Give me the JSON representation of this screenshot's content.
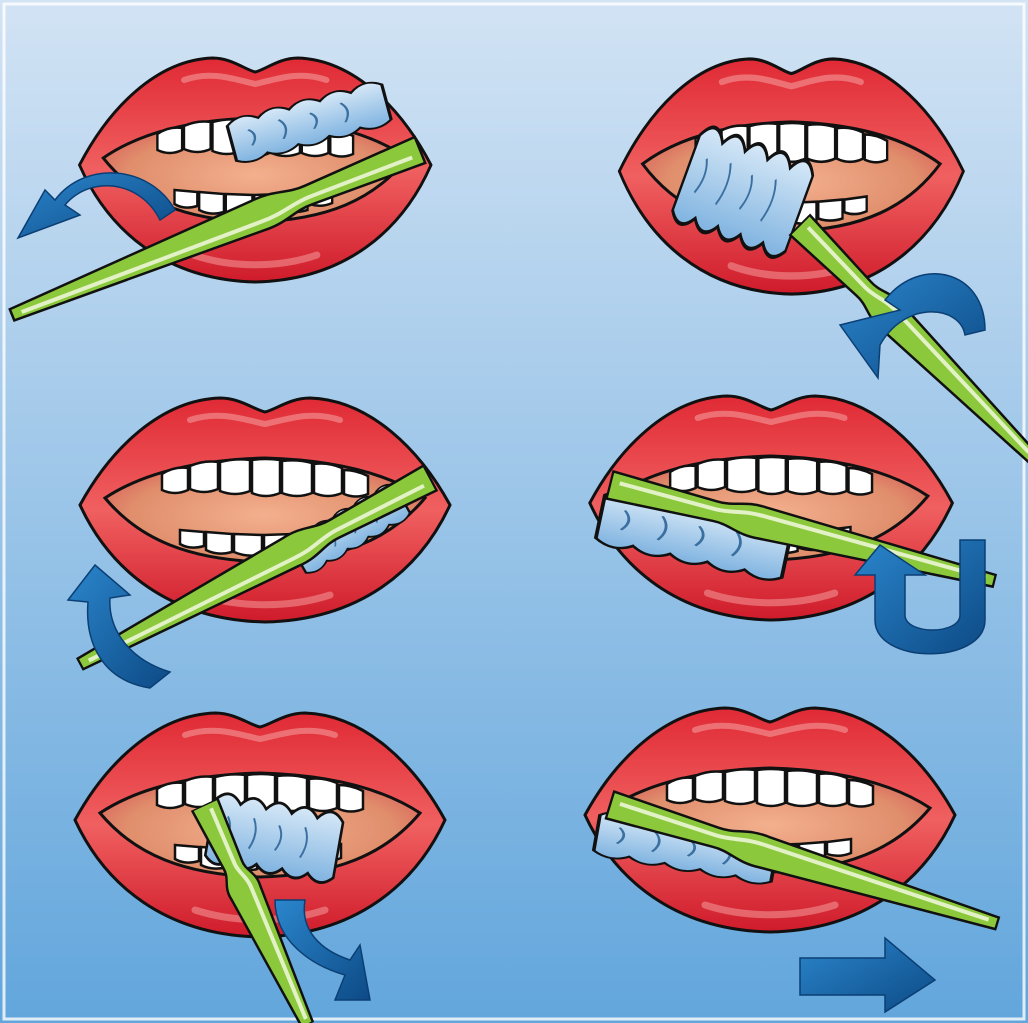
{
  "illustration": {
    "panels": [
      {
        "id": "upper-outer",
        "motion": "roll-down"
      },
      {
        "id": "upper-inner-front",
        "motion": "roll-down"
      },
      {
        "id": "lower-outer",
        "motion": "up-down"
      },
      {
        "id": "upper-inner",
        "motion": "u-turn"
      },
      {
        "id": "lower-inner-front",
        "motion": "roll-down"
      },
      {
        "id": "chewing-surface",
        "motion": "forward-back"
      }
    ]
  },
  "colors": {
    "background_top": "#d2e3f4",
    "background_bottom": "#62a6dc",
    "lip": "#d91f2f",
    "lip_highlight": "#f26a6a",
    "mouth_interior": "#e8a27c",
    "tooth": "#ffffff",
    "brush_handle": "#8cc83c",
    "brush_handle_light": "#d6ecb2",
    "bristles": "#8fbfe6",
    "arrow": "#1a6bb3",
    "arrow_dark": "#0d4a86",
    "outline": "#111111"
  }
}
